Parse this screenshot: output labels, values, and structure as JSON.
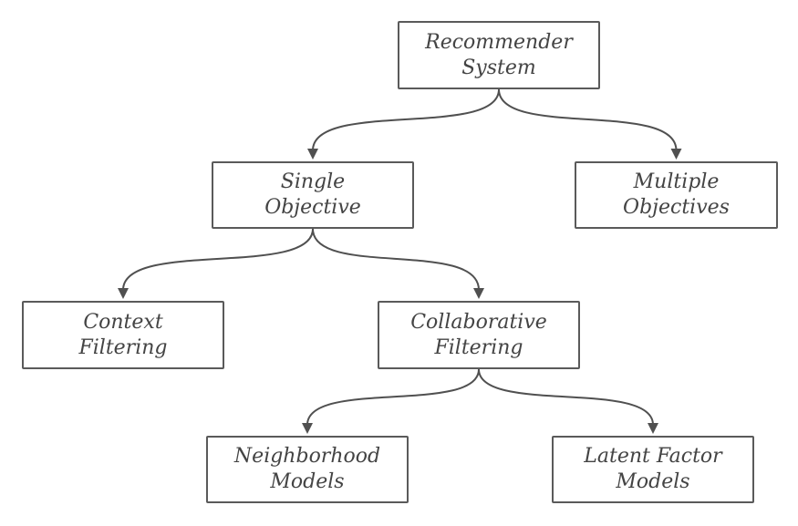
{
  "diagram": {
    "type": "tree",
    "nodes": [
      {
        "id": "recommender-system",
        "label": "Recommender\nSystem"
      },
      {
        "id": "single-objective",
        "label": "Single\nObjective"
      },
      {
        "id": "multiple-objectives",
        "label": "Multiple\nObjectives"
      },
      {
        "id": "context-filtering",
        "label": "Context\nFiltering"
      },
      {
        "id": "collaborative-filtering",
        "label": "Collaborative\nFiltering"
      },
      {
        "id": "neighborhood-models",
        "label": "Neighborhood\nModels"
      },
      {
        "id": "latent-factor-models",
        "label": "Latent Factor\nModels"
      }
    ],
    "edges": [
      {
        "from": "recommender-system",
        "to": "single-objective"
      },
      {
        "from": "recommender-system",
        "to": "multiple-objectives"
      },
      {
        "from": "single-objective",
        "to": "context-filtering"
      },
      {
        "from": "single-objective",
        "to": "collaborative-filtering"
      },
      {
        "from": "collaborative-filtering",
        "to": "neighborhood-models"
      },
      {
        "from": "collaborative-filtering",
        "to": "latent-factor-models"
      }
    ],
    "colors": {
      "stroke": "#5a5a5a",
      "text": "#444444",
      "background": "#ffffff"
    }
  }
}
